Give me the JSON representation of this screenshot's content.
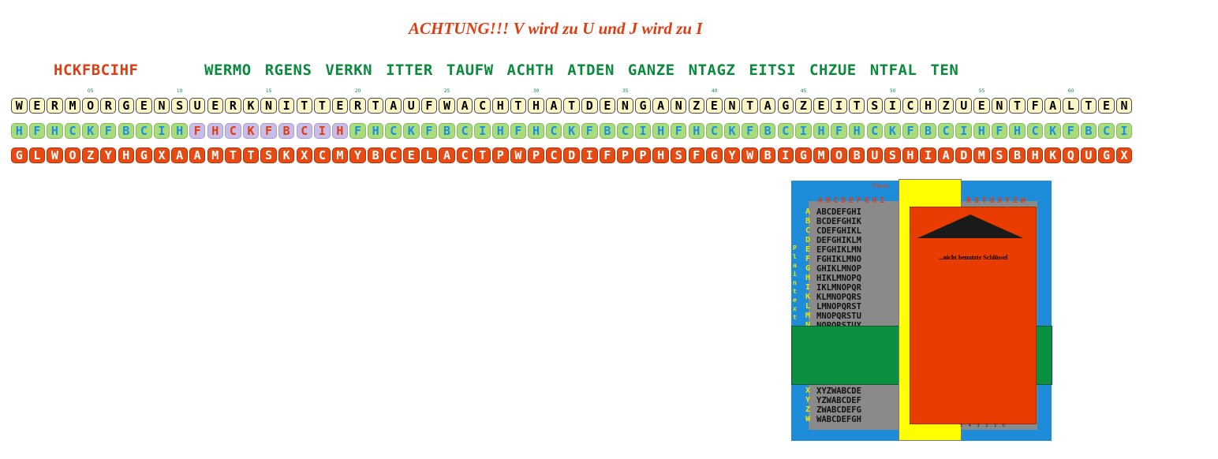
{
  "header": {
    "warning": "ACHTUNG!!! V wird zu U und J wird zu I",
    "keyword": "HCKFBCIHF",
    "groups": [
      "WERMO",
      "RGENS",
      "VERKN",
      "ITTER",
      "TAUFW",
      "ACHTH",
      "ATDEN",
      "GANZE",
      "NTAGZ",
      "EITSI",
      "CHZUE",
      "NTFAL",
      "TEN"
    ]
  },
  "index_labels": [
    {
      "label": "05",
      "pos": 5
    },
    {
      "label": "10",
      "pos": 10
    },
    {
      "label": "15",
      "pos": 15
    },
    {
      "label": "20",
      "pos": 20
    },
    {
      "label": "25",
      "pos": 25
    },
    {
      "label": "30",
      "pos": 30
    },
    {
      "label": "35",
      "pos": 35
    },
    {
      "label": "40",
      "pos": 40
    },
    {
      "label": "45",
      "pos": 45
    },
    {
      "label": "50",
      "pos": 50
    },
    {
      "label": "55",
      "pos": 55
    },
    {
      "label": "60",
      "pos": 60
    }
  ],
  "plain_row": "WERMORGENSUERKNITTERTAUFWACHTHATDENGANZENTAGZEITSICHZUENTFALTEN",
  "key_row": "HFHCKFBCIHFHCKFBCIHFHCKFBCIHFHCKFBCIHFHCKFBCIHFHCKFBCIHFHCKFBCI",
  "key_keyword_range": [
    10,
    18
  ],
  "cipher_row": "GLWOZYHGXAAMTTSKXCMYBCELACTPWPCDIFPPHSFGYWBIGMOBUSHIADMSBHKQUGX",
  "colors": {
    "plain": "#fbf4c4",
    "key": "#a9dd7c",
    "key_highlight": "#c7bde6",
    "cipher": "#e84a14",
    "accent_red": "#e03c10",
    "accent_green": "#0a8a3c"
  },
  "tableau": {
    "title": "Tabula",
    "headers": [
      "A",
      "B",
      "C",
      "D",
      "E",
      "F",
      "G",
      "H",
      "I",
      "R",
      "S",
      "T",
      "U",
      "X",
      "Y",
      "Z",
      "W"
    ],
    "row_labels_top": [
      "A",
      "B",
      "C",
      "D",
      "E",
      "F",
      "G",
      "H",
      "I",
      "K",
      "L",
      "M",
      "N"
    ],
    "rows_top": [
      "ABCDEFGHI",
      "BCDEFGHIK",
      "CDEFGHIKL",
      "DEFGHIKLM",
      "EFGHIKLMN",
      "FGHIKLMNO",
      "GHIKLMNOP",
      "HIKLMNOPQ",
      "IKLMNOPQR",
      "KLMNOPQRS",
      "LMNOPQRST",
      "MNOPQRSTU",
      "NOPQRSTUX"
    ],
    "row_labels_bottom": [
      "X",
      "Y",
      "Z",
      "W"
    ],
    "rows_bottom": [
      "XYZWABCDE",
      "YZWABCDEF",
      "ZWABCDEFG",
      "WABCDEFGH"
    ],
    "side_label": "Plaintext",
    "side_label_bottom": "n",
    "note": "...nicht benutzte Schlüssel",
    "bottom_numbers": "5 4 3 2 1 0"
  }
}
